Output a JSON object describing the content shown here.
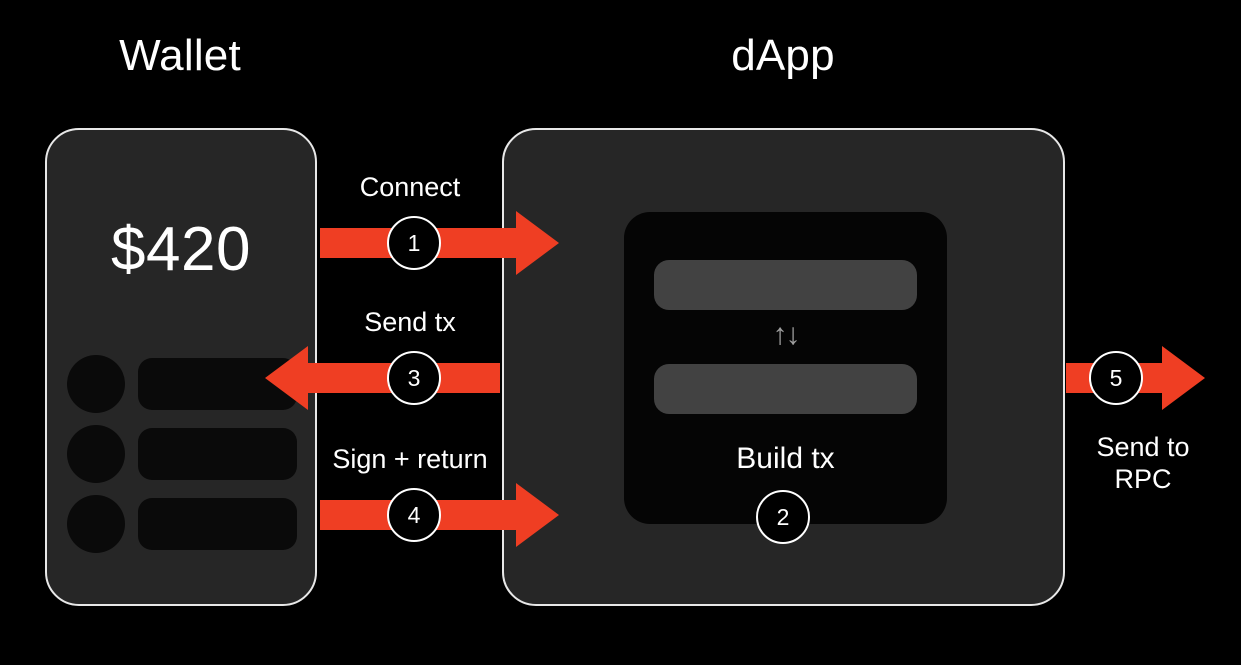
{
  "diagram": {
    "background_color": "#000000",
    "accent_color": "#ef3e23",
    "card_fill": "#262626",
    "card_border": "#e8e8e8"
  },
  "columns": {
    "wallet_title": "Wallet",
    "dapp_title": "dApp"
  },
  "wallet": {
    "balance": "$420",
    "rows": [
      {
        "name": "wallet-row-1"
      },
      {
        "name": "wallet-row-2"
      },
      {
        "name": "wallet-row-3"
      }
    ]
  },
  "dapp": {
    "swap_icon": "↑↓",
    "build_tx_label": "Build tx"
  },
  "steps": [
    {
      "number": "1",
      "label": "Connect",
      "direction": "right"
    },
    {
      "number": "2",
      "label": "Build tx",
      "direction": "none"
    },
    {
      "number": "3",
      "label": "Send tx",
      "direction": "left"
    },
    {
      "number": "4",
      "label": "Sign + return",
      "direction": "right"
    },
    {
      "number": "5",
      "label": "Send to RPC",
      "direction": "right"
    }
  ],
  "labels": {
    "connect": "Connect",
    "send_tx": "Send tx",
    "sign_return": "Sign + return",
    "send_to_rpc_line1": "Send to",
    "send_to_rpc_line2": "RPC"
  },
  "badges": {
    "one": "1",
    "two": "2",
    "three": "3",
    "four": "4",
    "five": "5"
  }
}
